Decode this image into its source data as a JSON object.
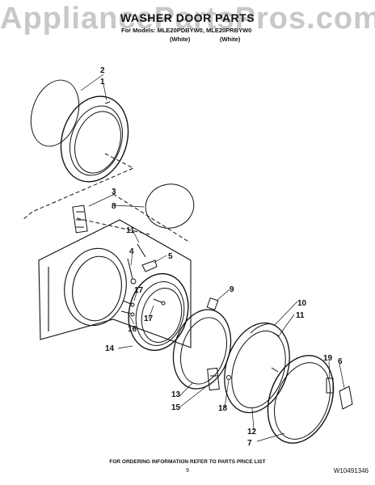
{
  "watermark": "AppliancePartsPros.com",
  "header": {
    "title": "WASHER DOOR PARTS",
    "models": "For Models: MLE20PDBYW0, MLE20PRBYW0",
    "color_1": "(White)",
    "color_2": "(White)"
  },
  "callouts": [
    "2",
    "1",
    "3",
    "8",
    "11",
    "4",
    "5",
    "17",
    "17",
    "16",
    "14",
    "9",
    "10",
    "11",
    "13",
    "15",
    "18",
    "12",
    "7",
    "19",
    "6"
  ],
  "footer": {
    "note": "FOR ORDERING INFORMATION REFER TO PARTS PRICE LIST",
    "page": "9",
    "part_number": "W10491346"
  }
}
